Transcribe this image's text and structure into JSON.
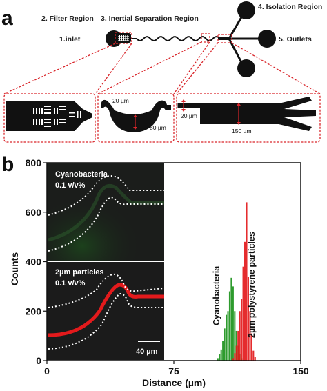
{
  "panel_a": {
    "letter": "a",
    "labels": {
      "filter": "2. Filter Region",
      "inertial": "3. Inertial Separation Region",
      "isolation": "4. Isolation Region",
      "inlet": "1.inlet",
      "outlets": "5. Outlets"
    },
    "dimensions": {
      "d20_top": "20 µm",
      "d80": "80 µm",
      "d20_mid": "20 µm",
      "d150": "150 µm"
    }
  },
  "panel_b": {
    "letter": "b",
    "inset_top": {
      "line1": "Cyanobacteria",
      "line2": "0.1 v/v%"
    },
    "inset_bottom": {
      "line1": "2µm particles",
      "line2": "0.1 v/v%"
    },
    "scale_bar": "40 µm",
    "label_cyano": "Cyanobacteria",
    "label_particles": "2µm polystyrene particles"
  },
  "colors": {
    "cyano": "#2e9b2e",
    "particles": "#e31a1c",
    "frame": "#d9262b"
  },
  "chart_data": {
    "type": "bar",
    "xlabel": "Distance (µm)",
    "ylabel": "Counts",
    "xlim": [
      0,
      150
    ],
    "ylim": [
      0,
      800
    ],
    "xticks": [
      0,
      75,
      150
    ],
    "yticks": [
      0,
      200,
      400,
      600,
      800
    ],
    "series": [
      {
        "name": "Cyanobacteria",
        "x": [
          101,
          102,
          103,
          104,
          105,
          106,
          107,
          108,
          109,
          110,
          111,
          112,
          113,
          114,
          115
        ],
        "values": [
          10,
          25,
          45,
          80,
          130,
          185,
          200,
          280,
          335,
          300,
          200,
          120,
          60,
          25,
          10
        ]
      },
      {
        "name": "2µm polystyrene particles",
        "x": [
          110,
          111,
          112,
          113,
          114,
          115,
          116,
          117,
          118,
          119,
          120,
          121,
          122,
          123
        ],
        "values": [
          10,
          30,
          60,
          120,
          200,
          250,
          380,
          480,
          640,
          340,
          200,
          110,
          40,
          15
        ]
      }
    ]
  }
}
